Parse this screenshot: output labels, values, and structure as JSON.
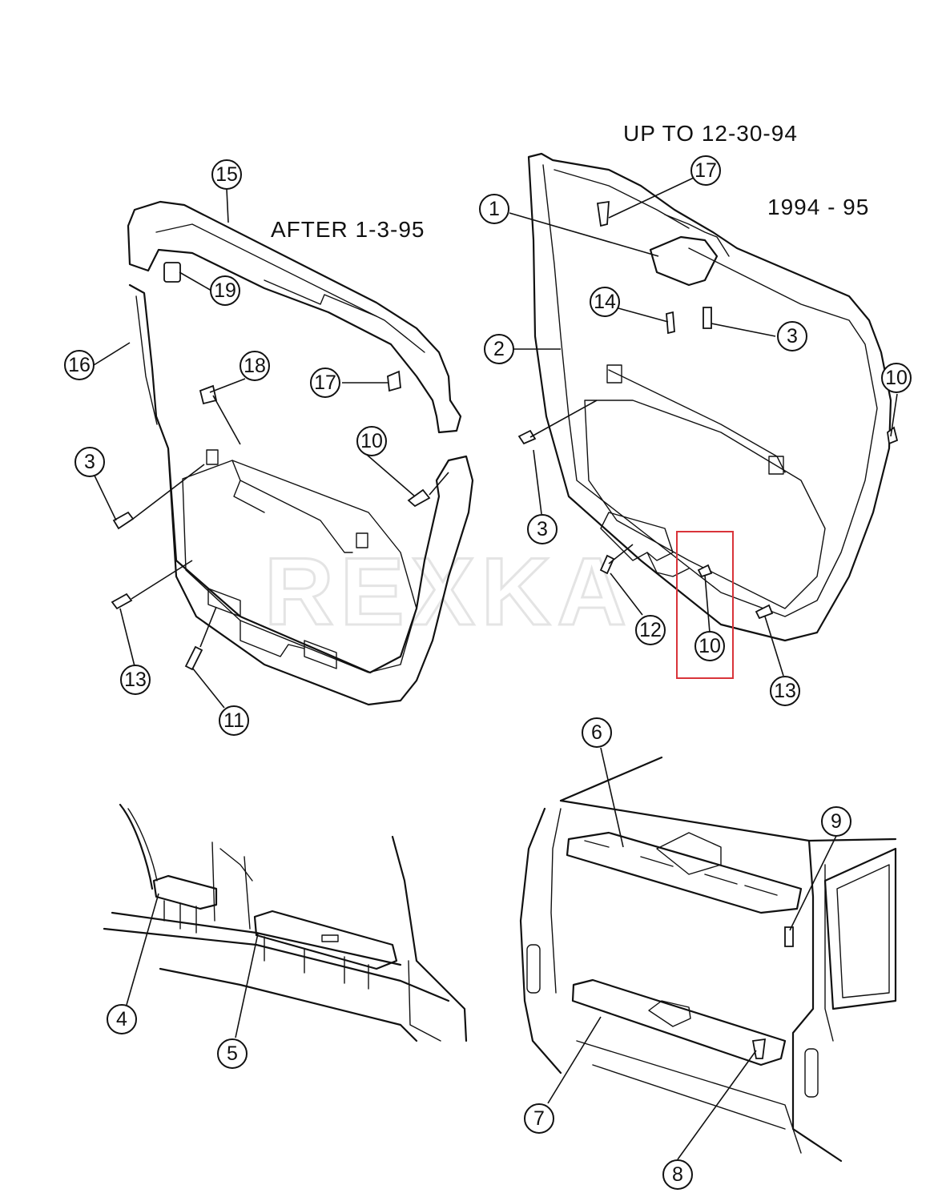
{
  "headings": {
    "after": "AFTER 1-3-95",
    "up_to": "UP TO 12-30-94",
    "years": "1994 - 95"
  },
  "watermark": "REXKA",
  "callouts": {
    "c1": "1",
    "c2": "2",
    "c3a": "3",
    "c3b": "3",
    "c3c": "3",
    "c4": "4",
    "c5": "5",
    "c6": "6",
    "c7": "7",
    "c8": "8",
    "c9": "9",
    "c10a": "10",
    "c10b": "10",
    "c10c": "10",
    "c11": "11",
    "c12": "12",
    "c13a": "13",
    "c13b": "13",
    "c14": "14",
    "c15": "15",
    "c16": "16",
    "c17a": "17",
    "c17b": "17",
    "c18": "18",
    "c19": "19"
  },
  "colors": {
    "line": "#111111",
    "highlight": "#d9343a",
    "watermark": "#e4e4e4"
  }
}
